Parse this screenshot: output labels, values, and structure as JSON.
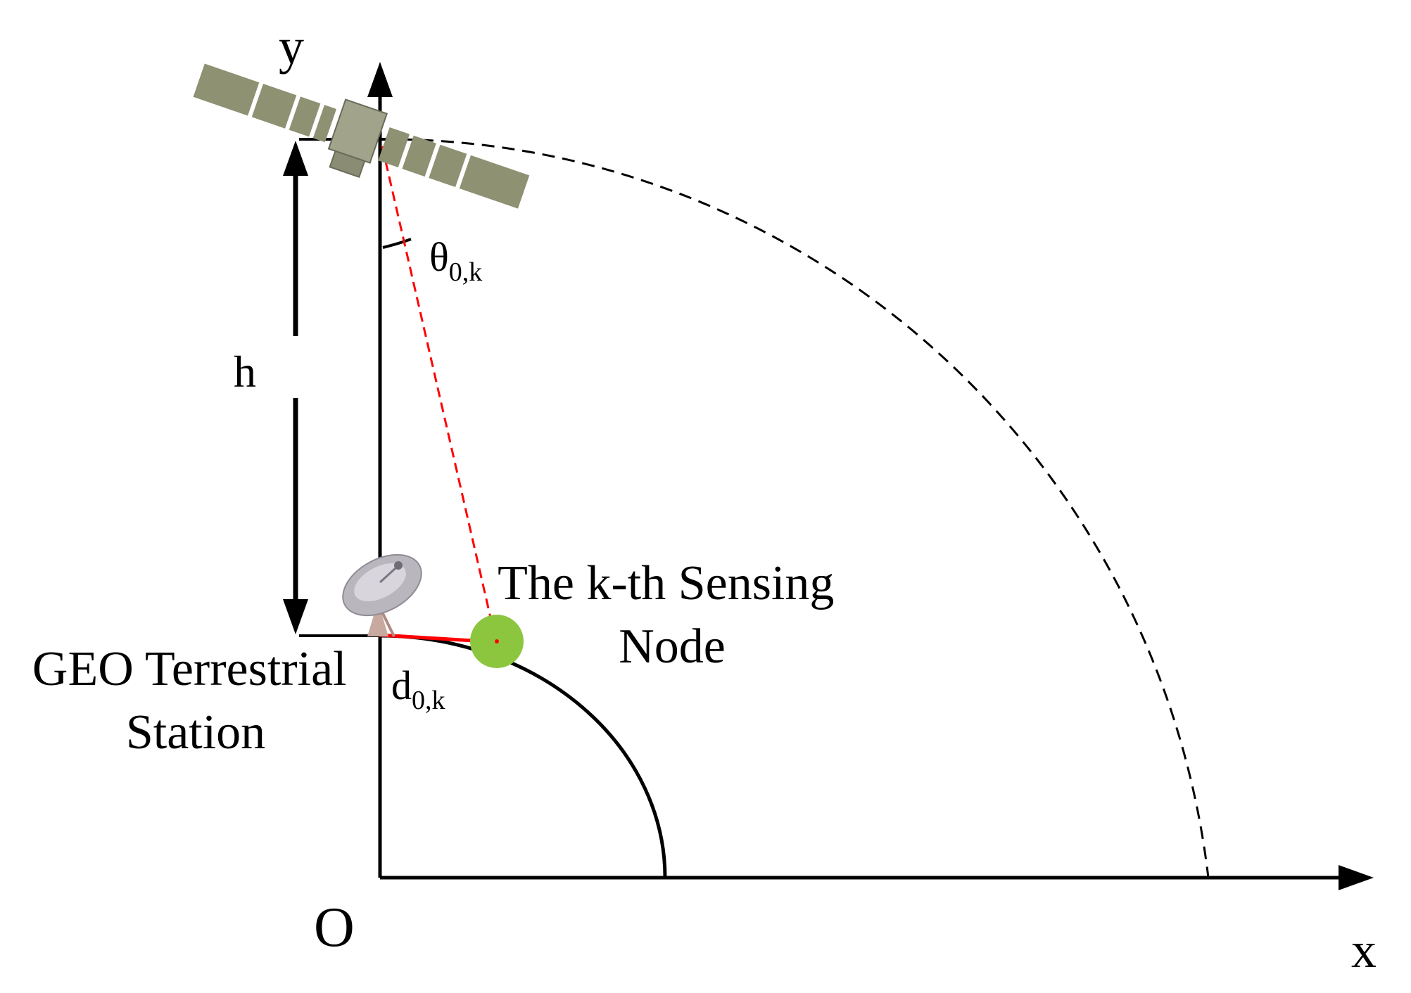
{
  "labels": {
    "y_axis": "y",
    "x_axis": "x",
    "origin": "O",
    "height": "h",
    "angle_symbol": "θ",
    "angle_subscript": "0,k",
    "distance_symbol": "d",
    "distance_subscript": "0,k",
    "node_line1": "The k-th Sensing",
    "node_line2": "Node",
    "station_line1": "GEO Terrestrial",
    "station_line2": "Station"
  },
  "colors": {
    "axis": "#000000",
    "link": "#ff0000",
    "node": "#8cc63f",
    "satellite_panel": "#8e9172",
    "satellite_body": "#a1a38b",
    "dish": "#b9b6bd"
  },
  "icons": {
    "satellite": "satellite-icon",
    "ground_station": "satellite-dish-icon"
  }
}
